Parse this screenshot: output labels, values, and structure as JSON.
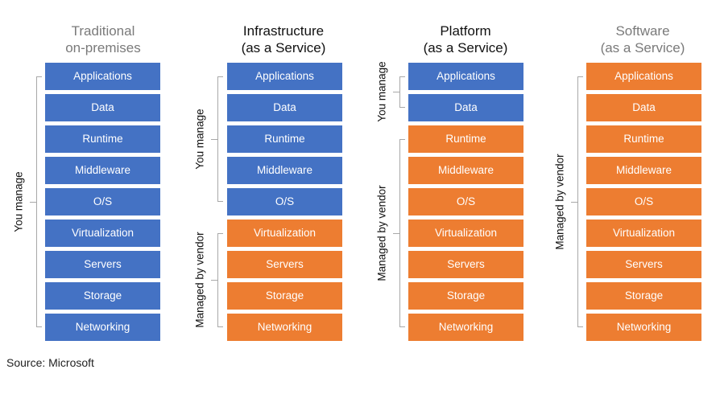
{
  "colors": {
    "you_manage": "#4472c4",
    "managed_by_vendor": "#ed7d31",
    "brace": "#a8a8a8"
  },
  "layers": [
    "Applications",
    "Data",
    "Runtime",
    "Middleware",
    "O/S",
    "Virtualization",
    "Servers",
    "Storage",
    "Networking"
  ],
  "columns": [
    {
      "title": "Traditional\non-premises",
      "title_style": "muted",
      "you_manage_count": 9,
      "labels": {
        "you": "You manage",
        "vendor": ""
      }
    },
    {
      "title": "Infrastructure\n(as a Service)",
      "title_style": "dark",
      "you_manage_count": 5,
      "labels": {
        "you": "You manage",
        "vendor": "Managed by vendor"
      }
    },
    {
      "title": "Platform\n(as a Service)",
      "title_style": "dark",
      "you_manage_count": 2,
      "labels": {
        "you": "You manage",
        "vendor": "Managed by vendor"
      }
    },
    {
      "title": "Software\n(as a Service)",
      "title_style": "muted",
      "you_manage_count": 0,
      "labels": {
        "you": "",
        "vendor": "Managed by vendor"
      }
    }
  ],
  "source": "Source: Microsoft"
}
